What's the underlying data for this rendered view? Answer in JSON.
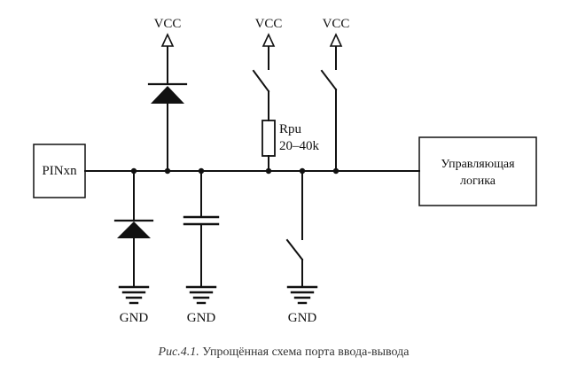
{
  "labels": {
    "pin": "PINxn",
    "vcc": "VCC",
    "gnd": "GND",
    "resistor_name": "Rpu",
    "resistor_value": "20–40k",
    "logic_line1": "Управляющая",
    "logic_line2": "логика"
  },
  "caption": {
    "number": "Рис.4.1.",
    "text": " Упрощённая схема порта ввода-вывода"
  }
}
